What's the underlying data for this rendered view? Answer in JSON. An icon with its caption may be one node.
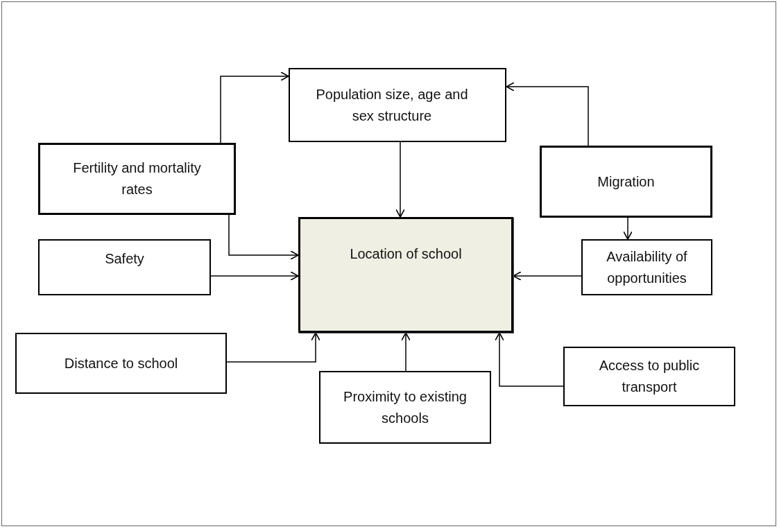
{
  "diagram": {
    "nodes": [
      {
        "text": [
          "Population size, age and sex structure"
        ]
      },
      {
        "text": [
          "Fertility and mortality rates"
        ]
      },
      {
        "text": [
          "Migration"
        ]
      },
      {
        "text": [
          "Location of school"
        ]
      },
      {
        "text": [
          "Safety"
        ]
      },
      {
        "text": [
          "Availability of opportunities"
        ]
      },
      {
        "text": [
          "Distance to school"
        ]
      },
      {
        "text": [
          "Proximity to existing schools"
        ]
      },
      {
        "text": [
          "Access to public transport"
        ]
      }
    ],
    "edges": [
      {
        "from": 1,
        "to": 0,
        "arrow": "to"
      },
      {
        "from": 2,
        "to": 0,
        "arrow": "to"
      },
      {
        "from": 0,
        "to": 3,
        "arrow": "to"
      },
      {
        "from": 1,
        "to": 3,
        "arrow": "to"
      },
      {
        "from": 4,
        "to": 3,
        "arrow": "to"
      },
      {
        "from": 2,
        "to": 5,
        "arrow": "to"
      },
      {
        "from": 5,
        "to": 3,
        "arrow": "to"
      },
      {
        "from": 6,
        "to": 3,
        "arrow": "to"
      },
      {
        "from": 7,
        "to": 3,
        "arrow": "to"
      },
      {
        "from": 8,
        "to": 3,
        "arrow": "to"
      }
    ]
  }
}
